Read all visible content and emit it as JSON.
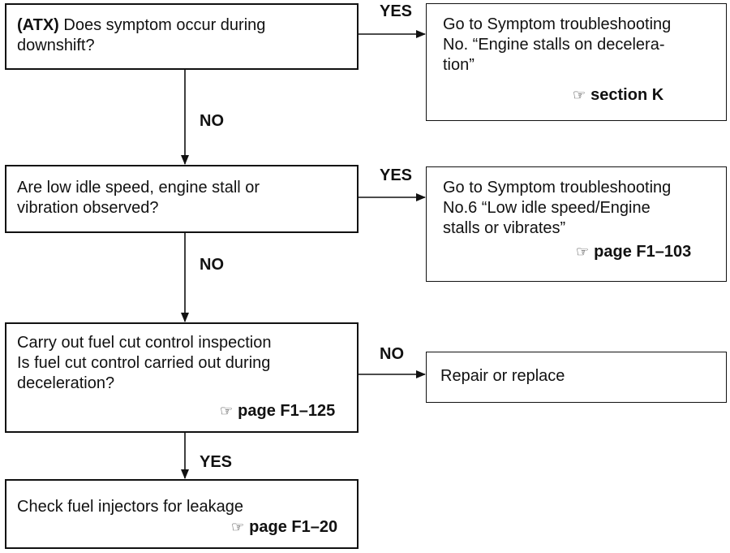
{
  "steps": [
    {
      "prefix": "(ATX)",
      "question_lines": [
        " Does symptom occur during",
        "downshift?"
      ],
      "yes_label": "YES",
      "yes_action_lines": [
        "Go to Symptom troubleshooting",
        "No. “Engine stalls on decelera-",
        "tion”"
      ],
      "yes_reference": "section K",
      "down_label": "NO"
    },
    {
      "question_lines": [
        "Are low idle speed, engine stall or",
        "vibration observed?"
      ],
      "yes_label": "YES",
      "yes_action_lines": [
        "Go to Symptom troubleshooting",
        "No.6 “Low idle speed/Engine",
        "stalls or vibrates”"
      ],
      "yes_reference": "page F1–103",
      "down_label": "NO"
    },
    {
      "question_lines": [
        "Carry out fuel cut control inspection",
        "Is fuel cut control carried out during",
        "deceleration?"
      ],
      "question_reference": "page F1–125",
      "no_label": "NO",
      "no_action": "Repair or replace",
      "down_label": "YES"
    },
    {
      "action": "Check fuel injectors for leakage",
      "reference": "page F1–20"
    }
  ],
  "reference_icon": "pointing-hand-icon"
}
